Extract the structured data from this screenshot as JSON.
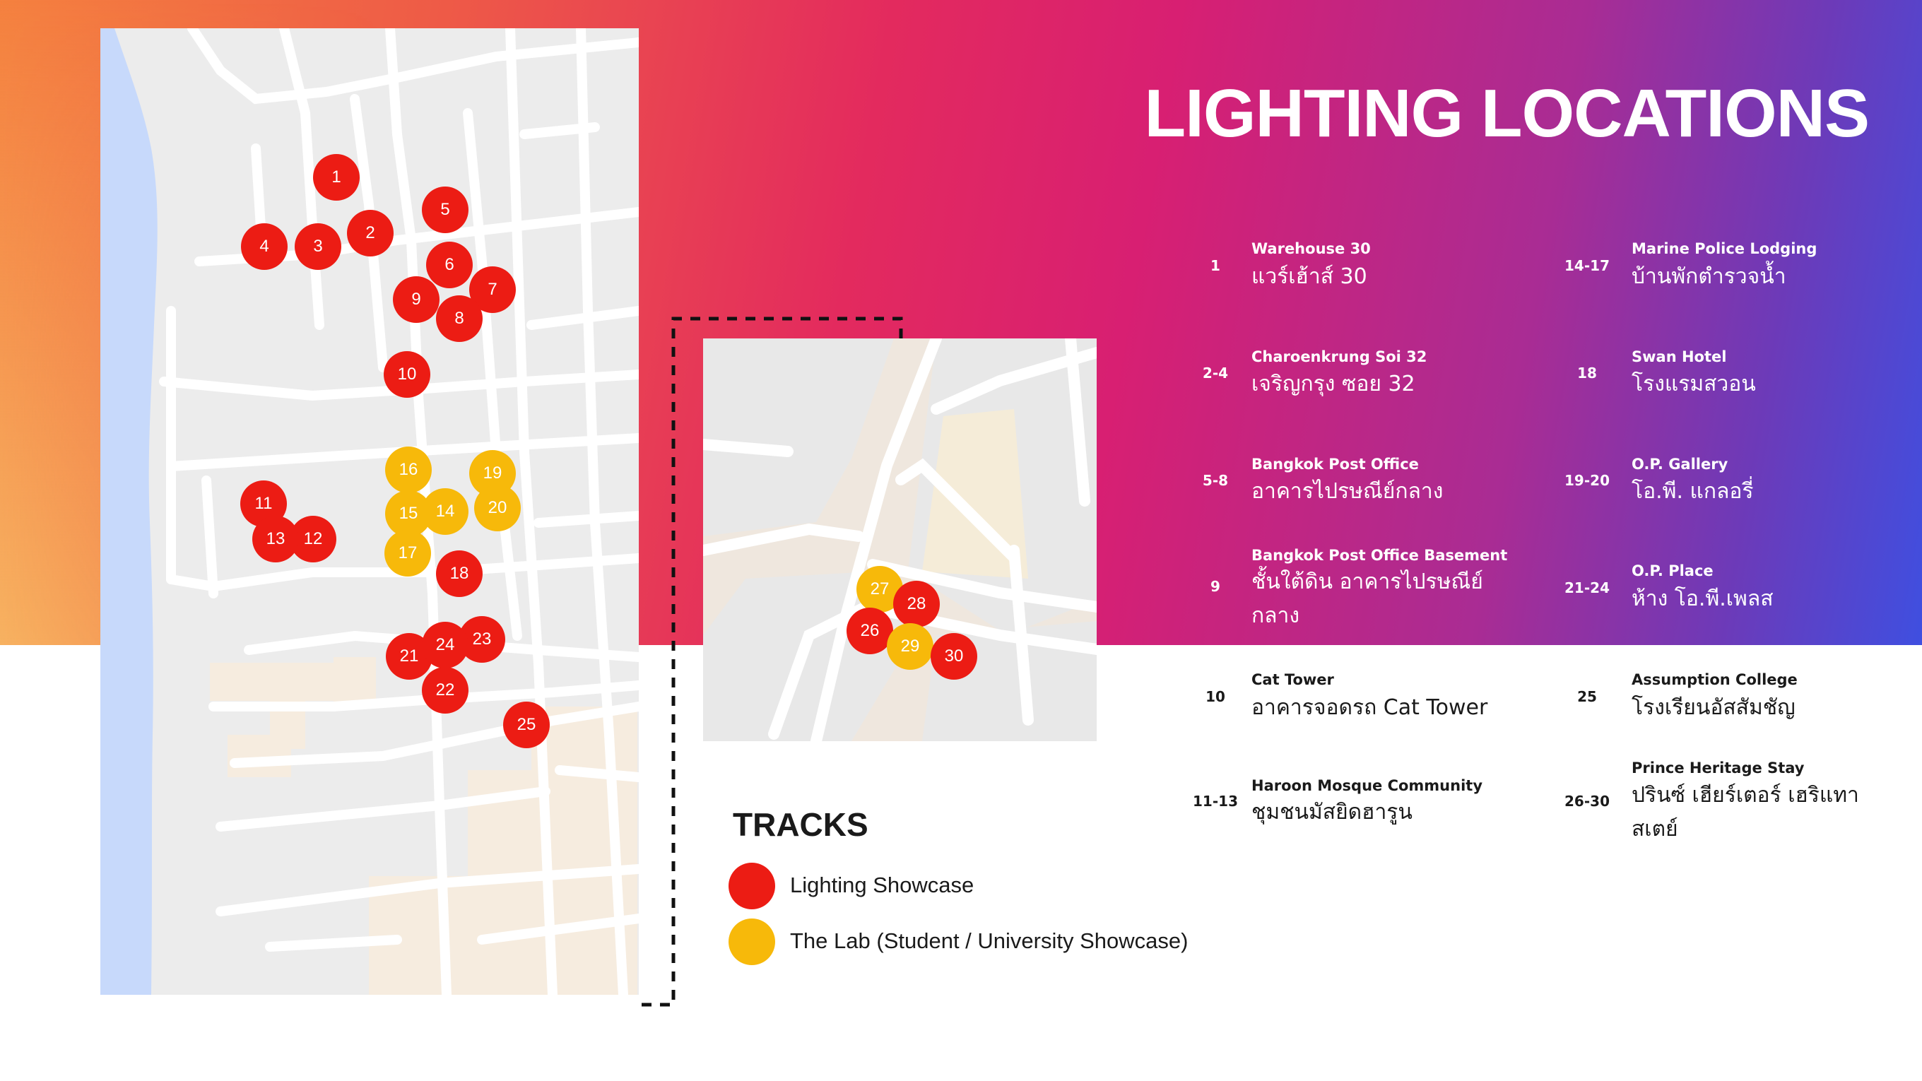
{
  "title": "LIGHTING LOCATIONS",
  "colors": {
    "lighting_showcase": "#ec1c14",
    "the_lab": "#f7b90a",
    "gradient": [
      "#f5813f",
      "#e32a5e",
      "#d81f72",
      "#3f4fe0"
    ]
  },
  "markers": {
    "main": [
      {
        "label": "1",
        "track": "lighting_showcase"
      },
      {
        "label": "2",
        "track": "lighting_showcase"
      },
      {
        "label": "3",
        "track": "lighting_showcase"
      },
      {
        "label": "4",
        "track": "lighting_showcase"
      },
      {
        "label": "5",
        "track": "lighting_showcase"
      },
      {
        "label": "6",
        "track": "lighting_showcase"
      },
      {
        "label": "7",
        "track": "lighting_showcase"
      },
      {
        "label": "8",
        "track": "lighting_showcase"
      },
      {
        "label": "9",
        "track": "lighting_showcase"
      },
      {
        "label": "10",
        "track": "lighting_showcase"
      },
      {
        "label": "11",
        "track": "lighting_showcase"
      },
      {
        "label": "12",
        "track": "lighting_showcase"
      },
      {
        "label": "13",
        "track": "lighting_showcase"
      },
      {
        "label": "14",
        "track": "the_lab"
      },
      {
        "label": "15",
        "track": "the_lab"
      },
      {
        "label": "16",
        "track": "the_lab"
      },
      {
        "label": "17",
        "track": "the_lab"
      },
      {
        "label": "18",
        "track": "lighting_showcase"
      },
      {
        "label": "19",
        "track": "the_lab"
      },
      {
        "label": "20",
        "track": "the_lab"
      },
      {
        "label": "21",
        "track": "lighting_showcase"
      },
      {
        "label": "22",
        "track": "lighting_showcase"
      },
      {
        "label": "23",
        "track": "lighting_showcase"
      },
      {
        "label": "24",
        "track": "lighting_showcase"
      },
      {
        "label": "25",
        "track": "lighting_showcase"
      }
    ],
    "inset": [
      {
        "label": "27",
        "track": "the_lab"
      },
      {
        "label": "28",
        "track": "lighting_showcase"
      },
      {
        "label": "26",
        "track": "lighting_showcase"
      },
      {
        "label": "29",
        "track": "the_lab"
      },
      {
        "label": "30",
        "track": "lighting_showcase"
      }
    ]
  },
  "locations": {
    "left": [
      {
        "num": "1",
        "en": "Warehouse 30",
        "th": "แวร์เฮ้าส์ 30"
      },
      {
        "num": "2-4",
        "en": "Charoenkrung Soi 32",
        "th": "เจริญกรุง ซอย 32"
      },
      {
        "num": "5-8",
        "en": "Bangkok Post Office",
        "th": "อาคารไปรษณีย์กลาง"
      },
      {
        "num": "9",
        "en": "Bangkok Post Office Basement",
        "th": "ชั้นใต้ดิน อาคารไปรษณีย์กลาง"
      },
      {
        "num": "10",
        "en": "Cat Tower",
        "th": "อาคารจอดรถ Cat Tower"
      },
      {
        "num": "11-13",
        "en": "Haroon Mosque Community",
        "th": "ชุมชนมัสยิดฮารูน"
      }
    ],
    "right": [
      {
        "num": "14-17",
        "en": "Marine Police Lodging",
        "th": "บ้านพักตำรวจน้ำ"
      },
      {
        "num": "18",
        "en": "Swan Hotel",
        "th": "โรงแรมสวอน"
      },
      {
        "num": "19-20",
        "en": "O.P. Gallery",
        "th": "โอ.พี. แกลอรี่"
      },
      {
        "num": "21-24",
        "en": "O.P. Place",
        "th": "ห้าง โอ.พี.เพลส"
      },
      {
        "num": "25",
        "en": "Assumption College",
        "th": "โรงเรียนอัสสัมชัญ"
      },
      {
        "num": "26-30",
        "en": "Prince Heritage Stay",
        "th": "ปรินซ์ เฮียร์เตอร์ เฮริแทา สเตย์"
      }
    ]
  },
  "legend": {
    "title": "TRACKS",
    "items": [
      {
        "label": "Lighting Showcase",
        "track": "lighting_showcase"
      },
      {
        "label": "The Lab  (Student / University Showcase)",
        "track": "the_lab"
      }
    ]
  }
}
